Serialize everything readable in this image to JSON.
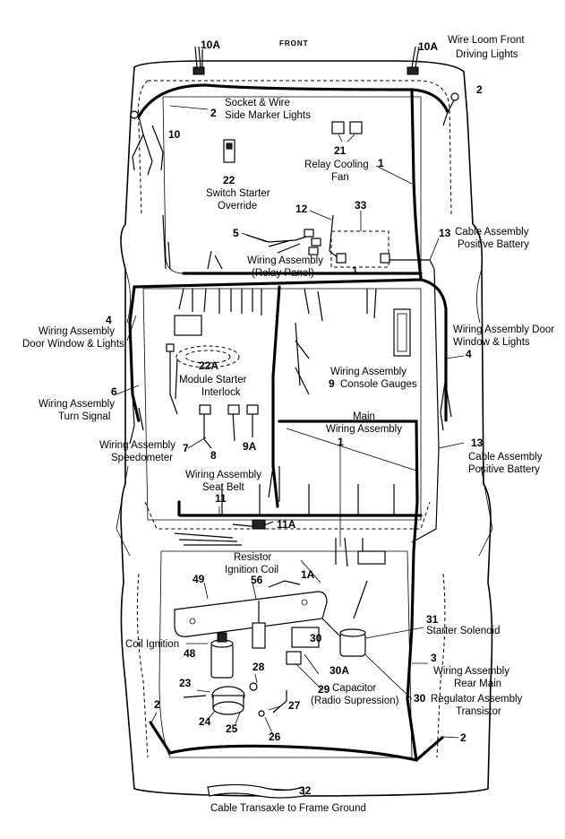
{
  "front_label": "FRONT",
  "labels": {
    "10A_left": "10A",
    "10A_right": "10A",
    "wire_loom_1": "Wire Loom Front",
    "wire_loom_2": "Driving Lights",
    "n2_topright": "2",
    "socket_1": "Socket & Wire",
    "socket_2": "Side Marker Lights",
    "n2_topleft": "2",
    "n10": "10",
    "n21": "21",
    "relay_cool_1": "Relay Cooling",
    "relay_cool_2": "Fan",
    "n1_a": "1",
    "n22": "22",
    "switch_start_1": "Switch Starter",
    "switch_start_2": "Override",
    "n12": "12",
    "n33": "33",
    "n5": "5",
    "n13_top": "13",
    "cable_pos_1": "Cable Assembly",
    "cable_pos_2": "Positive Battery",
    "relay_panel_1": "Wiring Assembly",
    "relay_panel_2": "(Relay Panel)",
    "n1_b": "1",
    "n4_left": "4",
    "door_left_1": "Wiring Assembly",
    "door_left_2": "Door Window & Lights",
    "door_right_1": "Wiring Assembly Door",
    "door_right_2": "Window & Lights",
    "n4_right": "4",
    "n22A": "22A",
    "module_1": "Module Starter",
    "module_2": "Interlock",
    "console_1": "Wiring Assembly",
    "n9": "9",
    "console_2": "Console Gauges",
    "n6": "6",
    "turn_1": "Wiring Assembly",
    "turn_2": "Turn Signal",
    "main_1": "Main",
    "main_2": "Wiring Assembly",
    "n1_c": "1",
    "speedo_1": "Wiring Assembly",
    "speedo_2": "Speedometer",
    "n7": "7",
    "n8": "8",
    "n9A": "9A",
    "n13_mid": "13",
    "cable_pos2_1": "Cable Assembly",
    "cable_pos2_2": "Positive Battery",
    "seat_1": "Wiring Assembly",
    "seat_2": "Seat Belt",
    "n11": "11",
    "n11A": "11A",
    "resistor_1": "Resistor",
    "resistor_2": "Ignition Coil",
    "n1A": "1A",
    "n49": "49",
    "n56": "56",
    "n31": "31",
    "starter_sol": "Starter Solenoid",
    "coil_ign": "Coil Ignition",
    "n30_a": "30",
    "n48": "48",
    "n3": "3",
    "rear_1": "Wiring Assembly",
    "rear_2": "Rear Main",
    "n28": "28",
    "n30A": "30A",
    "n29": "29",
    "capacitor_1": "Capacitor",
    "capacitor_2": "(Radio Supression)",
    "n30_b": "30",
    "regulator_1": "Regulator Assembly",
    "regulator_2": "Transistor",
    "n23": "23",
    "n27": "27",
    "n2_botleft": "2",
    "n24": "24",
    "n25": "25",
    "n26": "26",
    "n2_botright": "2",
    "n32": "32",
    "transaxle": "Cable Transaxle to Frame Ground"
  }
}
